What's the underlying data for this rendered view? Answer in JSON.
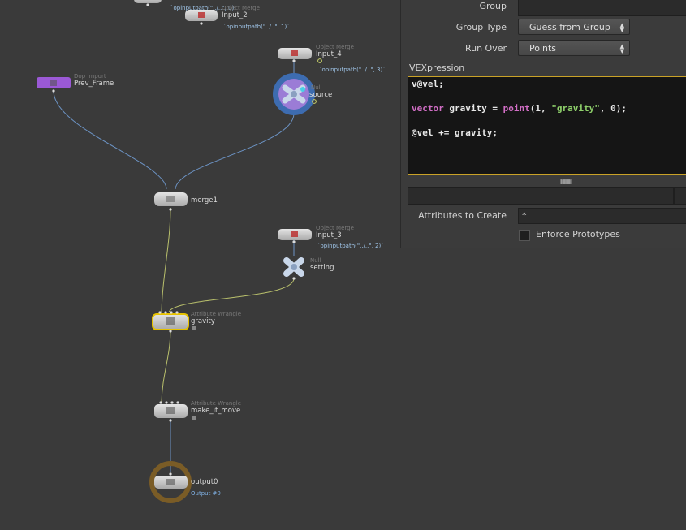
{
  "network": {
    "nodes": {
      "input2": {
        "type": "Object Merge",
        "name": "Input_2",
        "expr": "`opinputpath(\"../..\", 1)`"
      },
      "input4": {
        "type": "Object Merge",
        "name": "Input_4",
        "expr": "`opinputpath(\"../..\", 3)`"
      },
      "prev": {
        "type": "Dop Import",
        "name": "Prev_Frame"
      },
      "source": {
        "type": "Null",
        "name": "source"
      },
      "merge1": {
        "name": "merge1"
      },
      "input3": {
        "type": "Object Merge",
        "name": "Input_3",
        "expr": "`opinputpath(\"../..\", 2)`"
      },
      "setting": {
        "type": "Null",
        "name": "setting"
      },
      "gravity": {
        "type": "Attribute Wrangle",
        "name": "gravity"
      },
      "move": {
        "type": "Attribute Wrangle",
        "name": "make_it_move"
      },
      "output0": {
        "name": "output0",
        "sub": "Output #0"
      },
      "topcut": {
        "expr": "`opinputpath(\"../..\", 0)`"
      }
    }
  },
  "params": {
    "group_label": "Group",
    "group_value": "",
    "group_type_label": "Group Type",
    "group_type_value": "Guess from Group",
    "run_over_label": "Run Over",
    "run_over_value": "Points",
    "vex_label": "VEXpression",
    "code": {
      "l1": "v@vel;",
      "l3_kw": "vector",
      "l3_a": " gravity = ",
      "l3_fn": "point",
      "l3_b": "(1, ",
      "l3_str": "\"gravity\"",
      "l3_c": ", 0);",
      "l5": "@vel += gravity;"
    },
    "attrs_label": "Attributes to Create",
    "attrs_value": "*",
    "enforce_label": "Enforce Prototypes",
    "enforce_checked": false
  },
  "colors": {
    "wire_blue": "#6c93c4",
    "wire_yellow": "#b9c06c",
    "selected_border": "#e5c100",
    "dop_purple": "#9b59d6",
    "output_ring": "#7a5c26",
    "display_ring": "#3d6cb0"
  }
}
